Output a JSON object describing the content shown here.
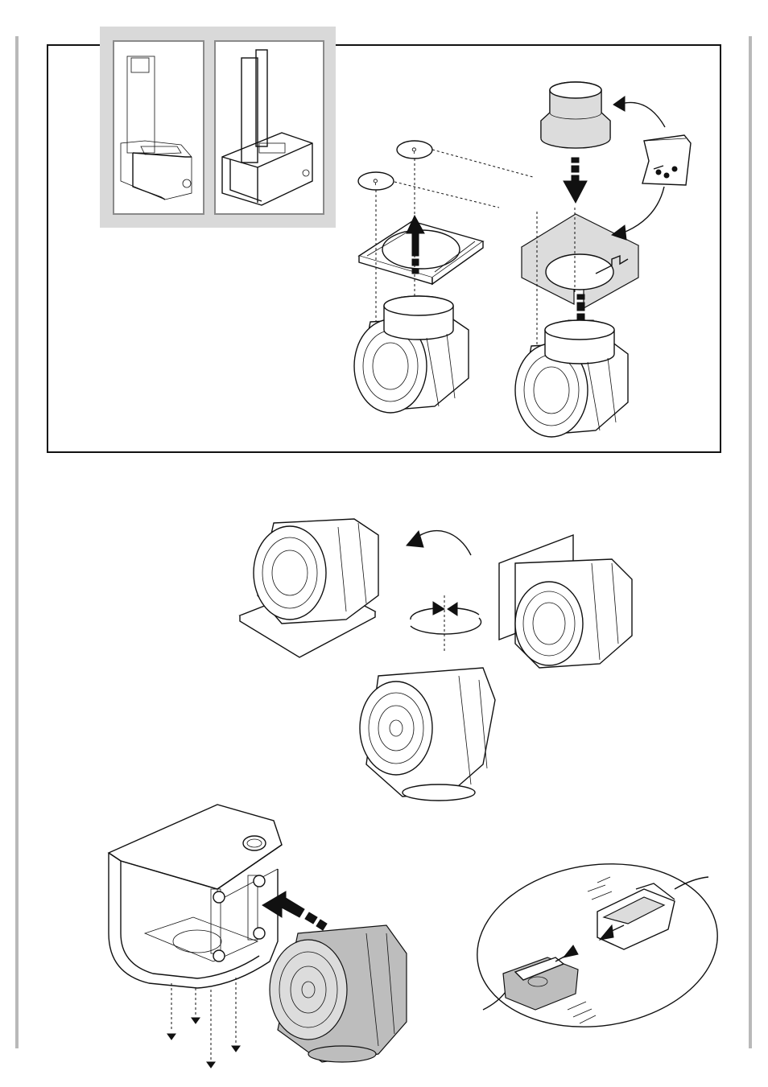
{
  "page": {
    "title": "",
    "colors": {
      "frame": "#111111",
      "side_bars": "#b9b9b9",
      "thumb_panel": "#d9d9d9",
      "part_shading": "#c9c9c9"
    }
  },
  "figures": [
    {
      "id": "fig-adapter-install",
      "description_icons": [
        "chimney-hood-icon",
        "flange-icon",
        "screw-bag-icon",
        "blower-motor-icon"
      ]
    },
    {
      "id": "fig-rotate-motor",
      "description_icons": [
        "blower-motor-icon",
        "rotate-arrow-icon"
      ]
    },
    {
      "id": "fig-insert-motor",
      "description_icons": [
        "hood-body-icon",
        "blower-motor-icon",
        "screw-icon"
      ]
    },
    {
      "id": "fig-connect-plug",
      "description_icons": [
        "connector-plug-icon",
        "connector-socket-icon"
      ]
    }
  ]
}
